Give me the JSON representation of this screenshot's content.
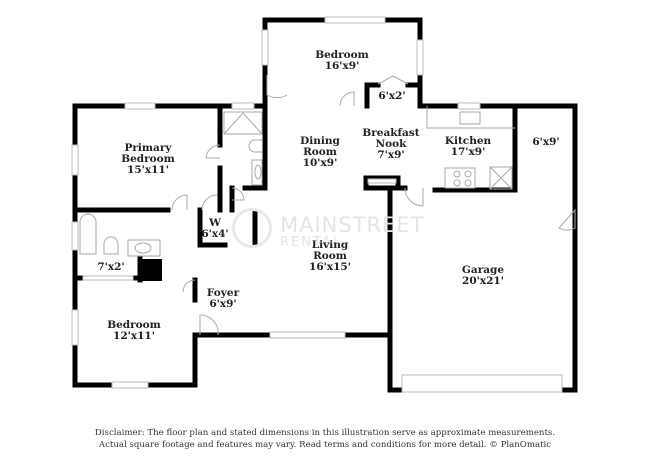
{
  "rooms": {
    "bedroom_top": {
      "name": "Bedroom",
      "dim": "16'x9'"
    },
    "closet_top": {
      "name": "",
      "dim": "6'x2'"
    },
    "primary_bedroom": {
      "name": "Primary\nBedroom",
      "line1": "Primary",
      "line2": "Bedroom",
      "dim": "15'x11'"
    },
    "dining_room": {
      "line1": "Dining",
      "line2": "Room",
      "dim": "10'x9'"
    },
    "breakfast_nook": {
      "line1": "Breakfast",
      "line2": "Nook",
      "dim": "7'x9'"
    },
    "kitchen": {
      "name": "Kitchen",
      "dim": "17'x9'"
    },
    "utility": {
      "name": "",
      "dim": "6'x9'"
    },
    "walk_in": {
      "name": "W",
      "dim": "6'x4'"
    },
    "living_room": {
      "line1": "Living",
      "line2": "Room",
      "dim": "16'x15'"
    },
    "hall_closet": {
      "name": "",
      "dim": "7'x2'"
    },
    "foyer": {
      "name": "Foyer",
      "dim": "6'x9'"
    },
    "bedroom_bottom": {
      "name": "Bedroom",
      "dim": "12'x11'"
    },
    "garage": {
      "name": "Garage",
      "dim": "20'x21'"
    }
  },
  "watermark": {
    "line1": "MAINSTREET",
    "line2": "RENTAL"
  },
  "disclaimer": {
    "line1": "Disclaimer: The floor plan and stated dimensions in this illustration serve as approximate measurements.",
    "line2": "Actual square footage and features may vary. Read terms and conditions for more detail. © PlanOmatic"
  },
  "colors": {
    "wall": "#000000",
    "window": "#c8c8c8",
    "fixture": "#aaaaaa",
    "background": "#ffffff"
  }
}
